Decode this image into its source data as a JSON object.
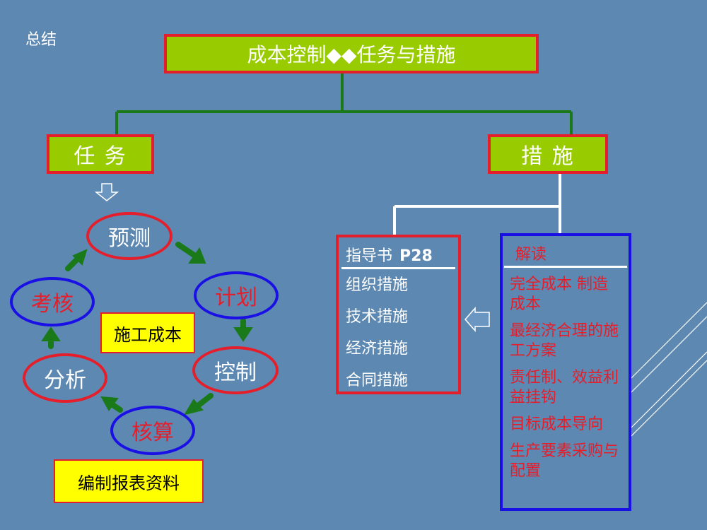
{
  "header": {
    "summary": "总结"
  },
  "title": "成本控制◆◆任务与措施",
  "task_label": "任  务",
  "measures_label": "措  施",
  "cycle": {
    "predict": "预测",
    "plan": "计划",
    "control": "控制",
    "account": "核算",
    "analyze": "分析",
    "assess": "考核",
    "center": "施工成本"
  },
  "report": "编制报表资料",
  "guide": {
    "head_text": "指导书",
    "head_page": "P28",
    "items": [
      "组织措施",
      "技术措施",
      "经济措施",
      "合同措施"
    ]
  },
  "interpret": {
    "head": "解读",
    "items": [
      "完全成本  制造成本",
      "最经济合理的施工方案",
      "责任制、效益利益挂钩",
      "目标成本导向",
      "生产要素采购与配置"
    ]
  },
  "colors": {
    "background": "#5c88b2",
    "green": "#99cc00",
    "red": "#e41f2b",
    "blue": "#1a10e6",
    "yellow": "#ffff00",
    "connector": "#1a7a1a"
  }
}
